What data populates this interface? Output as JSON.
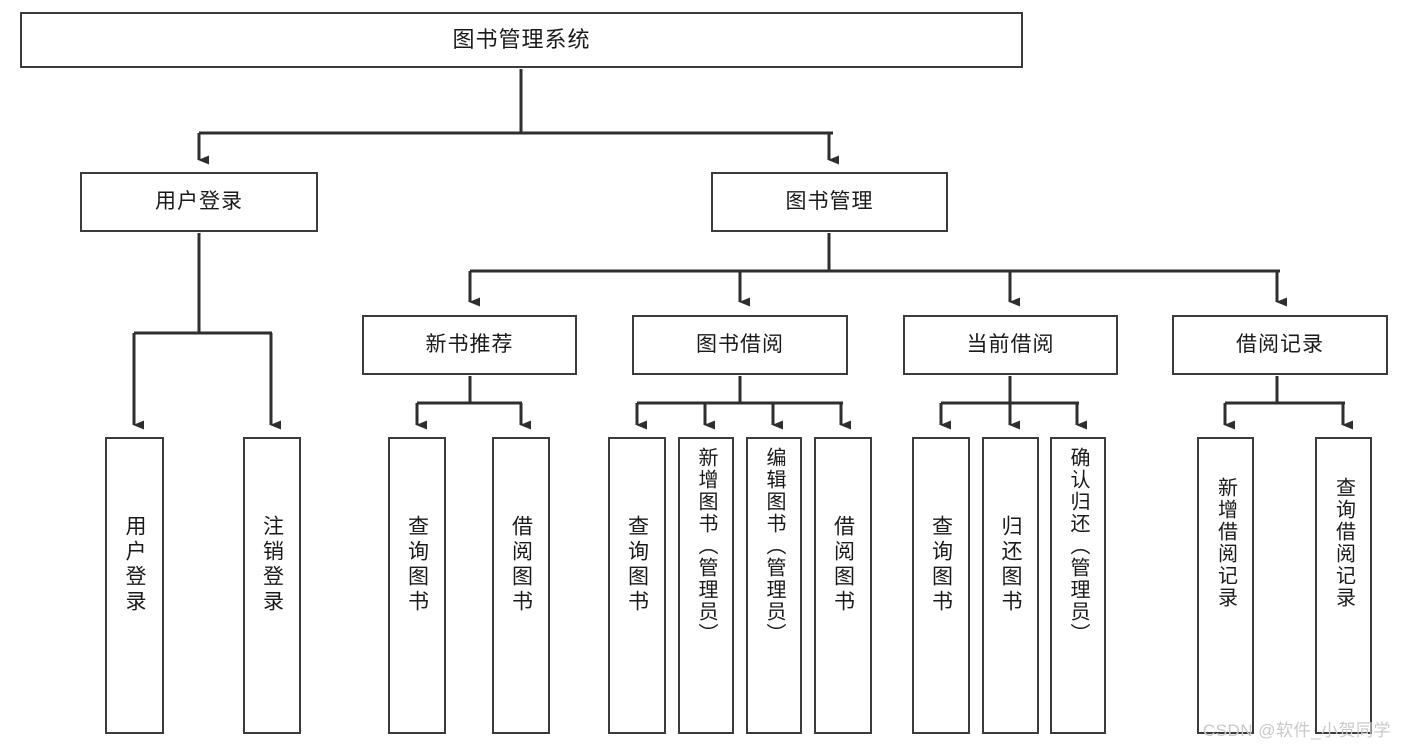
{
  "diagram": {
    "title": "图书管理系统",
    "type": "tree-hierarchy-chart",
    "orientation": "top-down",
    "colors": {
      "background": "#ffffff",
      "node_border": "#3b3b3b",
      "node_fill": "#ffffff",
      "connector": "#2e2e2e",
      "text": "#1a1a1a",
      "watermark": "#c9c9c9"
    }
  },
  "root": {
    "label": "图书管理系统"
  },
  "level2": [
    {
      "label": "用户登录"
    },
    {
      "label": "图书管理"
    }
  ],
  "level3": [
    {
      "label": "新书推荐"
    },
    {
      "label": "图书借阅"
    },
    {
      "label": "当前借阅"
    },
    {
      "label": "借阅记录"
    }
  ],
  "leaves": {
    "user_login": [
      {
        "label": "用户登录"
      },
      {
        "label": "注销登录"
      }
    ],
    "new_book_recommend": [
      {
        "label": "查询图书"
      },
      {
        "label": "借阅图书"
      }
    ],
    "book_borrow": [
      {
        "label": "查询图书"
      },
      {
        "label": "新增图书（管理员）"
      },
      {
        "label": "编辑图书（管理员）"
      },
      {
        "label": "借阅图书"
      }
    ],
    "current_borrow": [
      {
        "label": "查询图书"
      },
      {
        "label": "归还图书"
      },
      {
        "label": "确认归还（管理员）"
      }
    ],
    "borrow_record": [
      {
        "label": "新增借阅记录"
      },
      {
        "label": "查询借阅记录"
      }
    ]
  },
  "watermark": {
    "text": "CSDN @软件_小贺同学"
  },
  "chart_data": {
    "type": "table",
    "title": "图书管理系统 功能结构图",
    "nodes": [
      {
        "id": "root",
        "label": "图书管理系统",
        "level": 0,
        "parent": null
      },
      {
        "id": "n1",
        "label": "用户登录",
        "level": 1,
        "parent": "root"
      },
      {
        "id": "n2",
        "label": "图书管理",
        "level": 1,
        "parent": "root"
      },
      {
        "id": "n1a",
        "label": "用户登录",
        "level": 2,
        "parent": "n1"
      },
      {
        "id": "n1b",
        "label": "注销登录",
        "level": 2,
        "parent": "n1"
      },
      {
        "id": "n2a",
        "label": "新书推荐",
        "level": 2,
        "parent": "n2"
      },
      {
        "id": "n2b",
        "label": "图书借阅",
        "level": 2,
        "parent": "n2"
      },
      {
        "id": "n2c",
        "label": "当前借阅",
        "level": 2,
        "parent": "n2"
      },
      {
        "id": "n2d",
        "label": "借阅记录",
        "level": 2,
        "parent": "n2"
      },
      {
        "id": "n2a1",
        "label": "查询图书",
        "level": 3,
        "parent": "n2a"
      },
      {
        "id": "n2a2",
        "label": "借阅图书",
        "level": 3,
        "parent": "n2a"
      },
      {
        "id": "n2b1",
        "label": "查询图书",
        "level": 3,
        "parent": "n2b"
      },
      {
        "id": "n2b2",
        "label": "新增图书（管理员）",
        "level": 3,
        "parent": "n2b"
      },
      {
        "id": "n2b3",
        "label": "编辑图书（管理员）",
        "level": 3,
        "parent": "n2b"
      },
      {
        "id": "n2b4",
        "label": "借阅图书",
        "level": 3,
        "parent": "n2b"
      },
      {
        "id": "n2c1",
        "label": "查询图书",
        "level": 3,
        "parent": "n2c"
      },
      {
        "id": "n2c2",
        "label": "归还图书",
        "level": 3,
        "parent": "n2c"
      },
      {
        "id": "n2c3",
        "label": "确认归还（管理员）",
        "level": 3,
        "parent": "n2c"
      },
      {
        "id": "n2d1",
        "label": "新增借阅记录",
        "level": 3,
        "parent": "n2d"
      },
      {
        "id": "n2d2",
        "label": "查询借阅记录",
        "level": 3,
        "parent": "n2d"
      }
    ]
  }
}
